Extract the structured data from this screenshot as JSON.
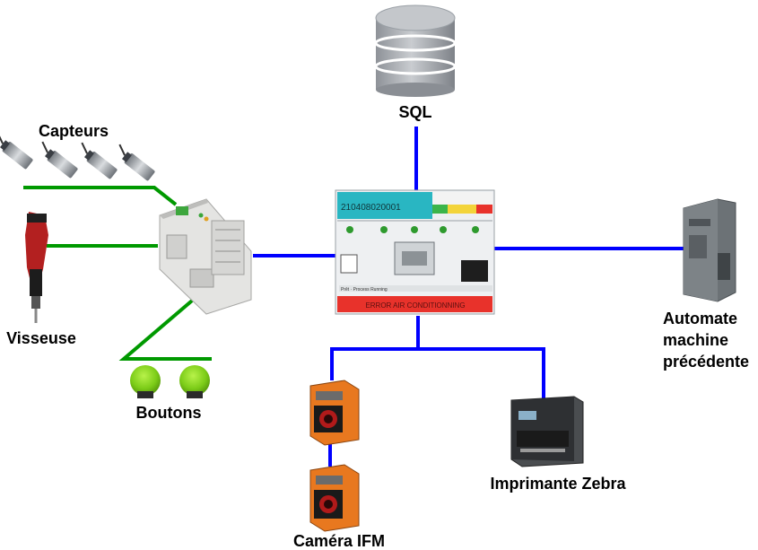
{
  "colors": {
    "ethernet_link": "#0000ff",
    "field_link": "#009900",
    "hmi_header": "#29b6c2",
    "hmi_alarm": "#e8322b",
    "camera_orange": "#e8781f"
  },
  "nodes": {
    "sql": {
      "label": "SQL",
      "icon": "database-icon"
    },
    "capteurs": {
      "label": "Capteurs",
      "icon": "proximity-sensor-icon"
    },
    "visseuse": {
      "label": "Visseuse",
      "icon": "electric-screwdriver-icon"
    },
    "boutons": {
      "label": "Boutons",
      "icon": "push-button-icon"
    },
    "automate": {
      "label_lines": [
        "Automate",
        "machine",
        "précédente"
      ],
      "icon": "siemens-plc-icon"
    },
    "imprimante": {
      "label": "Imprimante Zebra",
      "icon": "label-printer-icon"
    },
    "camera": {
      "label": "Caméra IFM",
      "icon": "industrial-camera-icon"
    },
    "controller": {
      "icon": "wago-controller-icon"
    }
  },
  "hmi": {
    "serial": "210408020001",
    "alarm": "ERROR AIR CONDITIONNING",
    "status": "Prêt · Process Running"
  }
}
